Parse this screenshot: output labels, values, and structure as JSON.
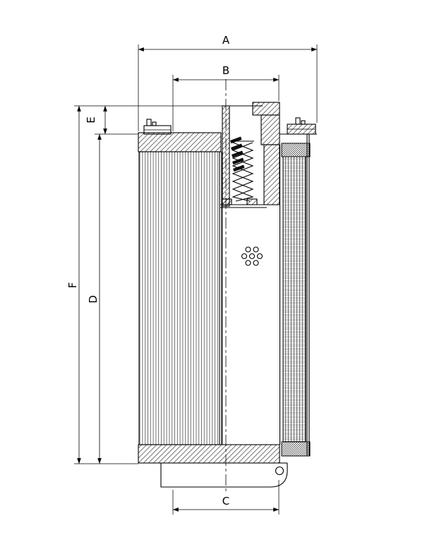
{
  "drawing": {
    "type": "technical-cross-section",
    "subject": "hydraulic filter element",
    "background": "#ffffff",
    "line_color": "#000000",
    "dimensions": {
      "a": {
        "label": "A",
        "orientation": "horizontal",
        "position": "top-outer"
      },
      "b": {
        "label": "B",
        "orientation": "horizontal",
        "position": "top-inner"
      },
      "c": {
        "label": "C",
        "orientation": "horizontal",
        "position": "bottom"
      },
      "d": {
        "label": "D",
        "orientation": "vertical",
        "position": "left-inner"
      },
      "e": {
        "label": "E",
        "orientation": "vertical",
        "position": "left-top"
      },
      "f": {
        "label": "F",
        "orientation": "vertical",
        "position": "left-outer"
      }
    }
  }
}
